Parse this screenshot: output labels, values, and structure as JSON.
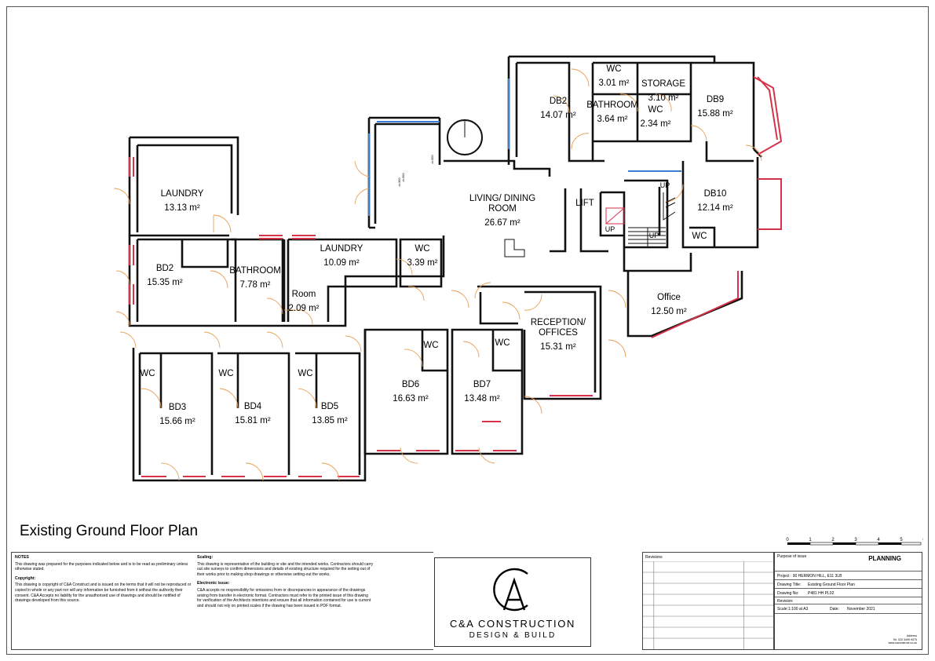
{
  "drawing": {
    "title": "Existing Ground Floor Plan",
    "rooms": [
      {
        "name": "LAUNDRY",
        "area": "13.13 m²"
      },
      {
        "name": "BD2",
        "area": "15.35 m²"
      },
      {
        "name": "BATHROOM",
        "area": "7.78 m²"
      },
      {
        "name": "LAUNDRY",
        "area": "10.09 m²"
      },
      {
        "name": "WC",
        "area": "3.39 m²"
      },
      {
        "name": "Room",
        "area": "2.09 m²"
      },
      {
        "name": "LIVING/ DINING\nROOM",
        "area": "26.67 m²"
      },
      {
        "name": "DB2",
        "area": "14.07 m²"
      },
      {
        "name": "WC",
        "area": "3.01 m²"
      },
      {
        "name": "STORAGE",
        "area": "3.10 m²"
      },
      {
        "name": "BATHROOM",
        "area": "3.64 m²"
      },
      {
        "name": "WC",
        "area": "2.34 m²"
      },
      {
        "name": "DB9",
        "area": "15.88 m²"
      },
      {
        "name": "DB10",
        "area": "12.14 m²"
      },
      {
        "name": "LIFT",
        "area": ""
      },
      {
        "name": "Office",
        "area": "12.50 m²"
      },
      {
        "name": "RECEPTION/\nOFFICES",
        "area": "15.31 m²"
      },
      {
        "name": "BD3",
        "area": "15.66 m²"
      },
      {
        "name": "BD4",
        "area": "15.81 m²"
      },
      {
        "name": "BD5",
        "area": "13.85 m²"
      },
      {
        "name": "BD6",
        "area": "16.63 m²"
      },
      {
        "name": "BD7",
        "area": "13.48 m²"
      }
    ],
    "labels": [
      "WC",
      "WC",
      "WC",
      "WC",
      "WC",
      "WC",
      "UP",
      "UP",
      "UP"
    ],
    "dimension_notes": [
      "d=300",
      "d=300",
      "d=300"
    ]
  },
  "scale_bar": {
    "ticks": [
      "0",
      "1",
      "2",
      "3",
      "4",
      "5",
      "6"
    ]
  },
  "notes": {
    "notes_heading": "NOTES",
    "notes_text": "This drawing was prepared for the purposes indicated below and is to be read as preliminary unless otherwise stated.",
    "copyright_heading": "Copyright:",
    "copyright_text": "This drawing is copyright of C&A Construct and is issued on the terms that it will not be reproduced or copied in whole or any part nor will any information be furnished from it without the authority their consent. C&A Accepts no liability for the unauthorised use of drawings and should be notified of drawings developed from this source.",
    "scaling_heading": "Scaling:",
    "scaling_text": "This drawing is representative of the building or site and the intended works. Contractors should carry out site surveys to confirm dimensions and details of existing structure required for the setting out of their works prior to making shop drawings or otherwise setting-out the works.",
    "electronic_heading": "Electronic issue:",
    "electronic_text": "C&A accepts no responsibility for omissions from or discrepancies in appearance of the drawings arising from transfer in electronic format. Contractors must refer to the printed issue of this drawing for verification of the Architects intentions and ensure that all information contained for use is current and should not rely on printed scales if the drawing has been issued in PDF format."
  },
  "logo": {
    "name": "C&A CONSTRUCTION",
    "subtitle": "DESIGN & BUILD"
  },
  "revisions_label": "Revisions",
  "title_block": {
    "purpose_label": "Purpose of issue",
    "purpose_value": "PLANNING",
    "project": "Project : 90 HERMON HILL, E11 3LB",
    "drawing_title_label": "Drawing Title:",
    "drawing_title_value": "Existing Ground Floor Plan",
    "drawing_no_label": "Drawing No:",
    "drawing_no_value": "P481 HH PL02",
    "revision_label": "Revision:",
    "scale_label": "Scale:",
    "scale_value": "1:100 at A3",
    "date_label": "Date:",
    "date_value": "November 2021",
    "contact_1": "Address",
    "contact_2": "Tel: 020 3499 9075",
    "contact_3": "www.caconstruct.co.uk"
  },
  "colors": {
    "wall": "#111111",
    "door": "#e8a25a",
    "window_red": "#d6334a",
    "window_blue": "#3b7fd4"
  }
}
